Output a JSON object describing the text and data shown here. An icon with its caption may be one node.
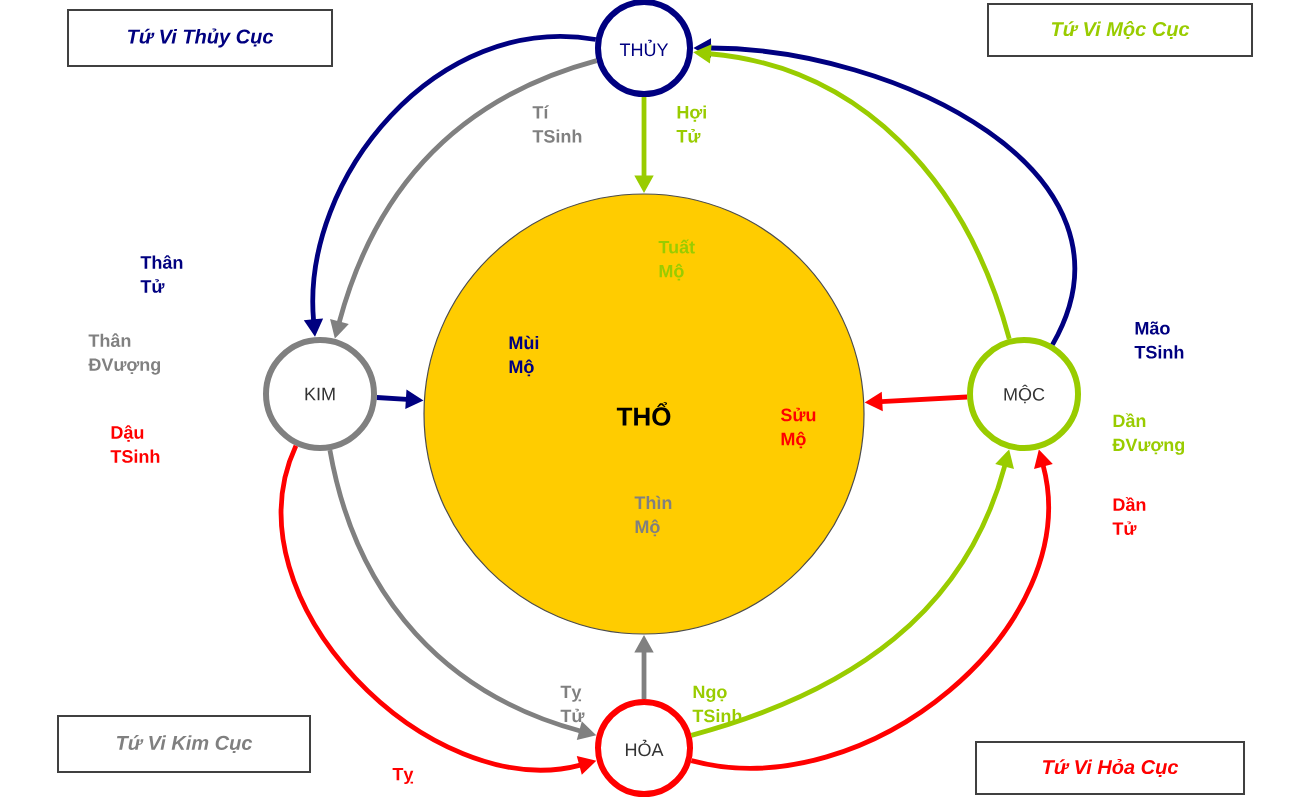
{
  "diagram": {
    "nodes": [
      {
        "text": [
          "Tứ Vi Thủy Cục"
        ]
      },
      {
        "text": [
          "THỦY"
        ]
      },
      {
        "text": [
          "Tứ Vi Mộc Cục"
        ]
      },
      {
        "text": [
          "KIM"
        ]
      },
      {
        "text": [
          "THỔ"
        ]
      },
      {
        "text": [
          "MỘC"
        ]
      },
      {
        "text": [
          "Tứ Vi Kim Cục"
        ]
      },
      {
        "text": [
          "HỎA"
        ]
      },
      {
        "text": [
          "Tứ Vi Hỏa Cục"
        ]
      }
    ],
    "edges": [
      {
        "from": 1,
        "to": 4,
        "arrow": "to",
        "color": "#99cc00"
      },
      {
        "from": 3,
        "to": 4,
        "arrow": "to",
        "color": "#000080"
      },
      {
        "from": 5,
        "to": 4,
        "arrow": "to",
        "color": "#ff0000"
      },
      {
        "from": 7,
        "to": 4,
        "arrow": "to",
        "color": "#808080"
      },
      {
        "from": 5,
        "to": 1,
        "arrow": "to",
        "color": "#000080"
      },
      {
        "from": 1,
        "to": 3,
        "arrow": "to",
        "color": "#000080"
      },
      {
        "from": 1,
        "to": 3,
        "arrow": "to",
        "color": "#808080"
      },
      {
        "from": 3,
        "to": 7,
        "arrow": "to",
        "color": "#808080"
      },
      {
        "from": 3,
        "to": 7,
        "arrow": "to",
        "color": "#ff0000"
      },
      {
        "from": 7,
        "to": 5,
        "arrow": "to",
        "color": "#ff0000"
      },
      {
        "from": 7,
        "to": 5,
        "arrow": "to",
        "color": "#99cc00"
      },
      {
        "from": 5,
        "to": 1,
        "arrow": "to",
        "color": "#99cc00"
      }
    ],
    "labels": [
      "Tí TSinh",
      "Hợi Tử",
      "Tuất Mộ",
      "Thân Tử",
      "Mão TSinh",
      "Thân ĐVượng",
      "Mùi Mộ",
      "Dần ĐVượng",
      "Sửu Mộ",
      "Dậu TSinh",
      "Dần Tử",
      "Thìn Mộ",
      "Tỵ Tử",
      "Ngọ TSinh",
      "Tỵ"
    ]
  }
}
